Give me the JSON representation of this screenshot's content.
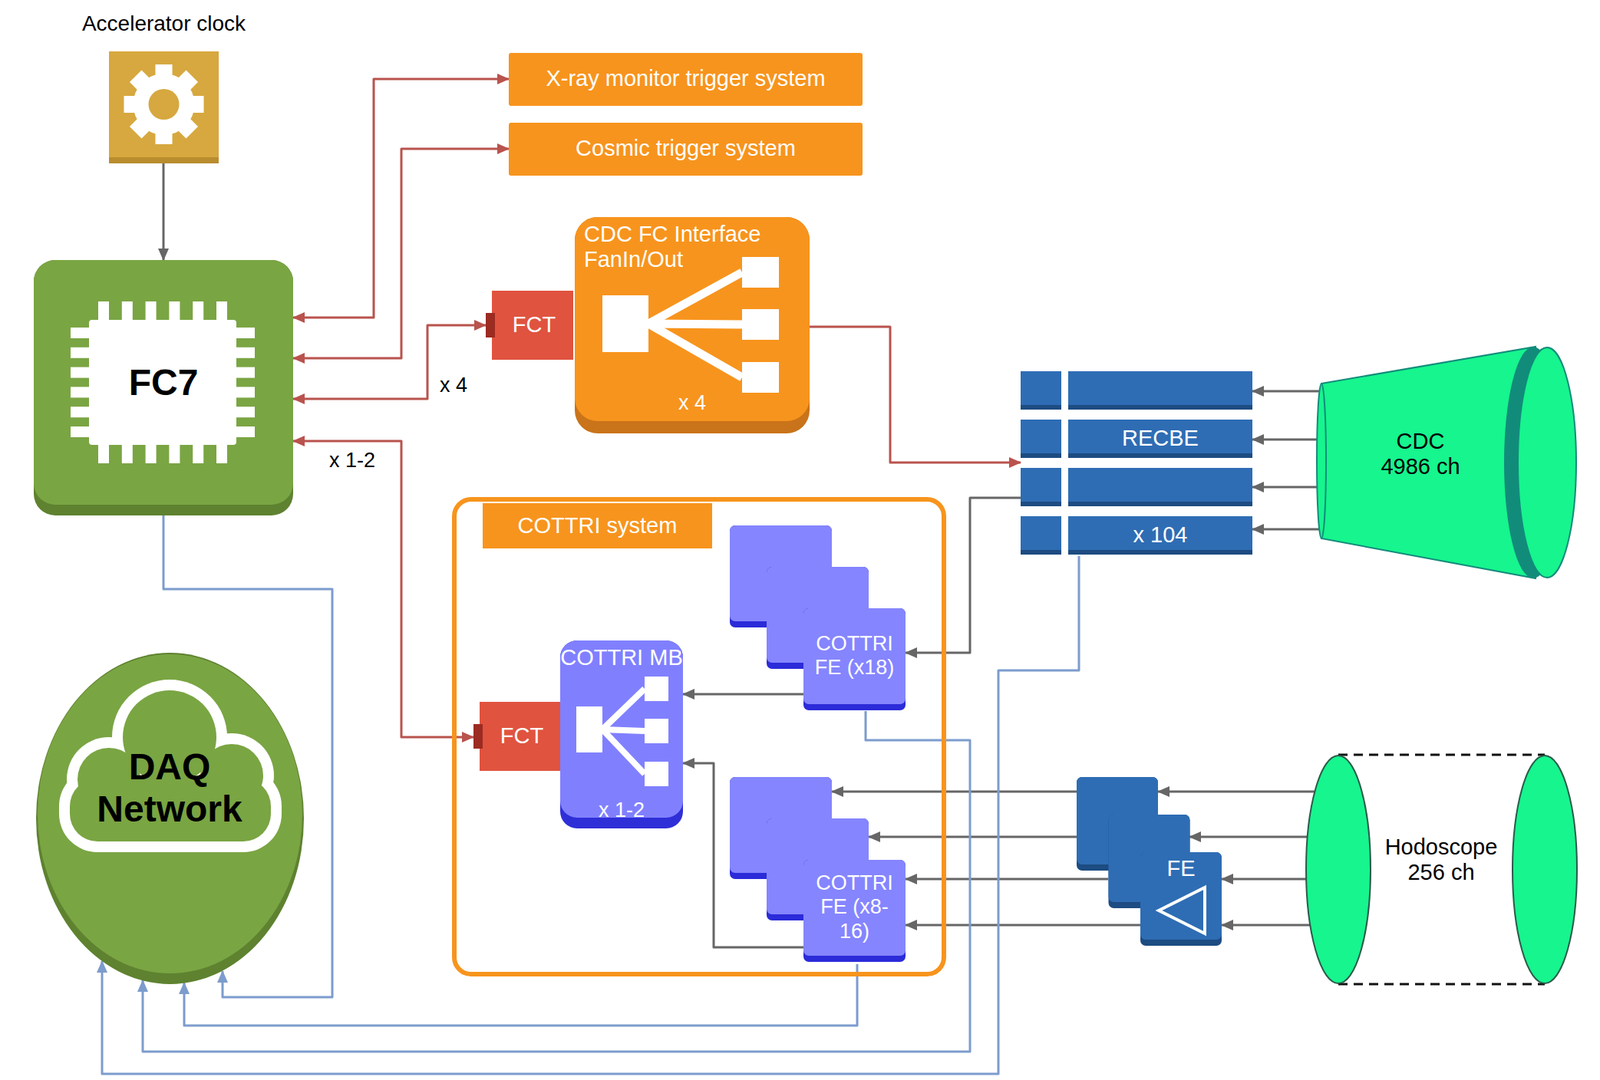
{
  "diagram": {
    "nodes": [
      {
        "text": [
          "Accelerator clock"
        ]
      },
      {
        "text": [
          "FC7"
        ]
      },
      {
        "text": [
          "X-ray monitor trigger system"
        ]
      },
      {
        "text": [
          "Cosmic trigger system"
        ]
      },
      {
        "text": [
          "FCT"
        ]
      },
      {
        "text": [
          "CDC FC Interface FanIn/Out",
          "x 4"
        ]
      },
      {
        "text": [
          "RECBE",
          "x 104"
        ]
      },
      {
        "text": [
          "CDC 4986 ch"
        ]
      },
      {
        "text": [
          "COTTRI system"
        ]
      },
      {
        "text": [
          "FCT"
        ],
        "in": 8
      },
      {
        "text": [
          "COTTRI MB",
          "x 1-2"
        ],
        "in": 8
      },
      {
        "text": [
          "COTTRI FE (x18)"
        ],
        "in": 8
      },
      {
        "text": [
          "COTTRI FE (x8-16)"
        ],
        "in": 8
      },
      {
        "text": [
          "FE"
        ]
      },
      {
        "text": [
          "Hodoscope 256 ch"
        ]
      },
      {
        "text": [
          "DAQ Network"
        ]
      }
    ],
    "edges": [
      {
        "from": 0,
        "to": 1,
        "arrow": "to"
      },
      {
        "from": 1,
        "to": 2,
        "arrow": "both"
      },
      {
        "from": 1,
        "to": 3,
        "arrow": "both"
      },
      {
        "from": 1,
        "to": 4,
        "label": "x 4",
        "arrow": "both"
      },
      {
        "from": 1,
        "to": 9,
        "label": "x 1-2",
        "arrow": "both"
      },
      {
        "from": 5,
        "to": 6,
        "arrow": "to"
      },
      {
        "from": 7,
        "to": 6,
        "arrow": "to"
      },
      {
        "from": 7,
        "to": 6,
        "arrow": "to"
      },
      {
        "from": 7,
        "to": 6,
        "arrow": "to"
      },
      {
        "from": 7,
        "to": 6,
        "arrow": "to"
      },
      {
        "from": 6,
        "to": 11,
        "arrow": "to"
      },
      {
        "from": 11,
        "to": 10,
        "arrow": "to"
      },
      {
        "from": 12,
        "to": 10,
        "arrow": "to"
      },
      {
        "from": 14,
        "to": 13,
        "arrow": "to"
      },
      {
        "from": 14,
        "to": 13,
        "arrow": "to"
      },
      {
        "from": 14,
        "to": 13,
        "arrow": "to"
      },
      {
        "from": 14,
        "to": 13,
        "arrow": "to"
      },
      {
        "from": 13,
        "to": 12,
        "arrow": "to"
      },
      {
        "from": 13,
        "to": 12,
        "arrow": "to"
      },
      {
        "from": 13,
        "to": 12,
        "arrow": "to"
      },
      {
        "from": 13,
        "to": 12,
        "arrow": "to"
      },
      {
        "from": 1,
        "to": 15,
        "arrow": "to"
      },
      {
        "from": 12,
        "to": 15,
        "arrow": "to"
      },
      {
        "from": 11,
        "to": 15,
        "arrow": "to"
      },
      {
        "from": 6,
        "to": 15,
        "arrow": "to"
      }
    ]
  }
}
